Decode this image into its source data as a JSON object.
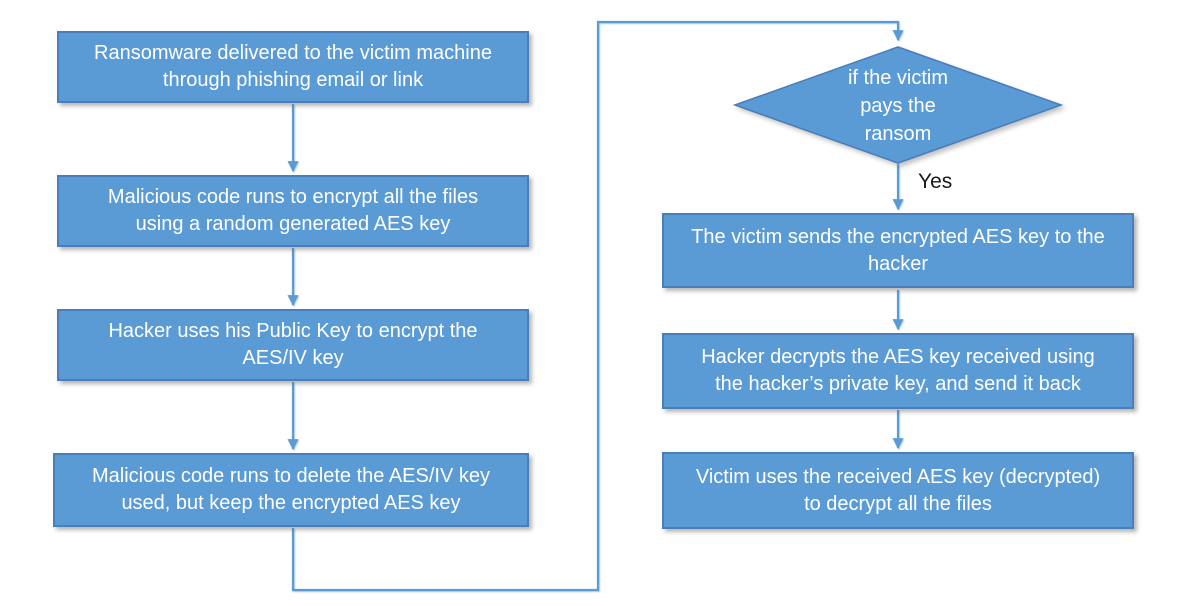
{
  "colors": {
    "shape_fill": "#5B9BD5",
    "shape_border": "#4A7EBB",
    "connector": "#5B9BD5",
    "box_text": "#FFFFFF",
    "label_text": "#1A1A1A"
  },
  "nodes": {
    "delivery": {
      "type": "process",
      "lines": [
        "Ransomware delivered to the victim machine",
        "through phishing email or link"
      ]
    },
    "encrypt_files": {
      "type": "process",
      "lines": [
        "Malicious code runs to encrypt all the files",
        "using a random generated AES key"
      ]
    },
    "encrypt_key": {
      "type": "process",
      "lines": [
        "Hacker uses his Public Key to encrypt the",
        "AES/IV key"
      ]
    },
    "delete_key": {
      "type": "process",
      "lines": [
        "Malicious code runs to delete the AES/IV key",
        "used, but keep the encrypted AES key"
      ]
    },
    "decision": {
      "type": "decision",
      "lines": [
        "if the victim",
        "pays the",
        "ransom"
      ]
    },
    "send_key": {
      "type": "process",
      "lines": [
        "The victim sends the encrypted AES key to the",
        "hacker"
      ]
    },
    "hacker_decrypts": {
      "type": "process",
      "lines": [
        "Hacker decrypts the AES key received using",
        "the hacker’s private key, and send it back"
      ]
    },
    "victim_decrypts": {
      "type": "process",
      "lines": [
        "Victim uses the received AES key (decrypted)",
        "to decrypt all the files"
      ]
    }
  },
  "edges": {
    "yes_label": "Yes"
  }
}
